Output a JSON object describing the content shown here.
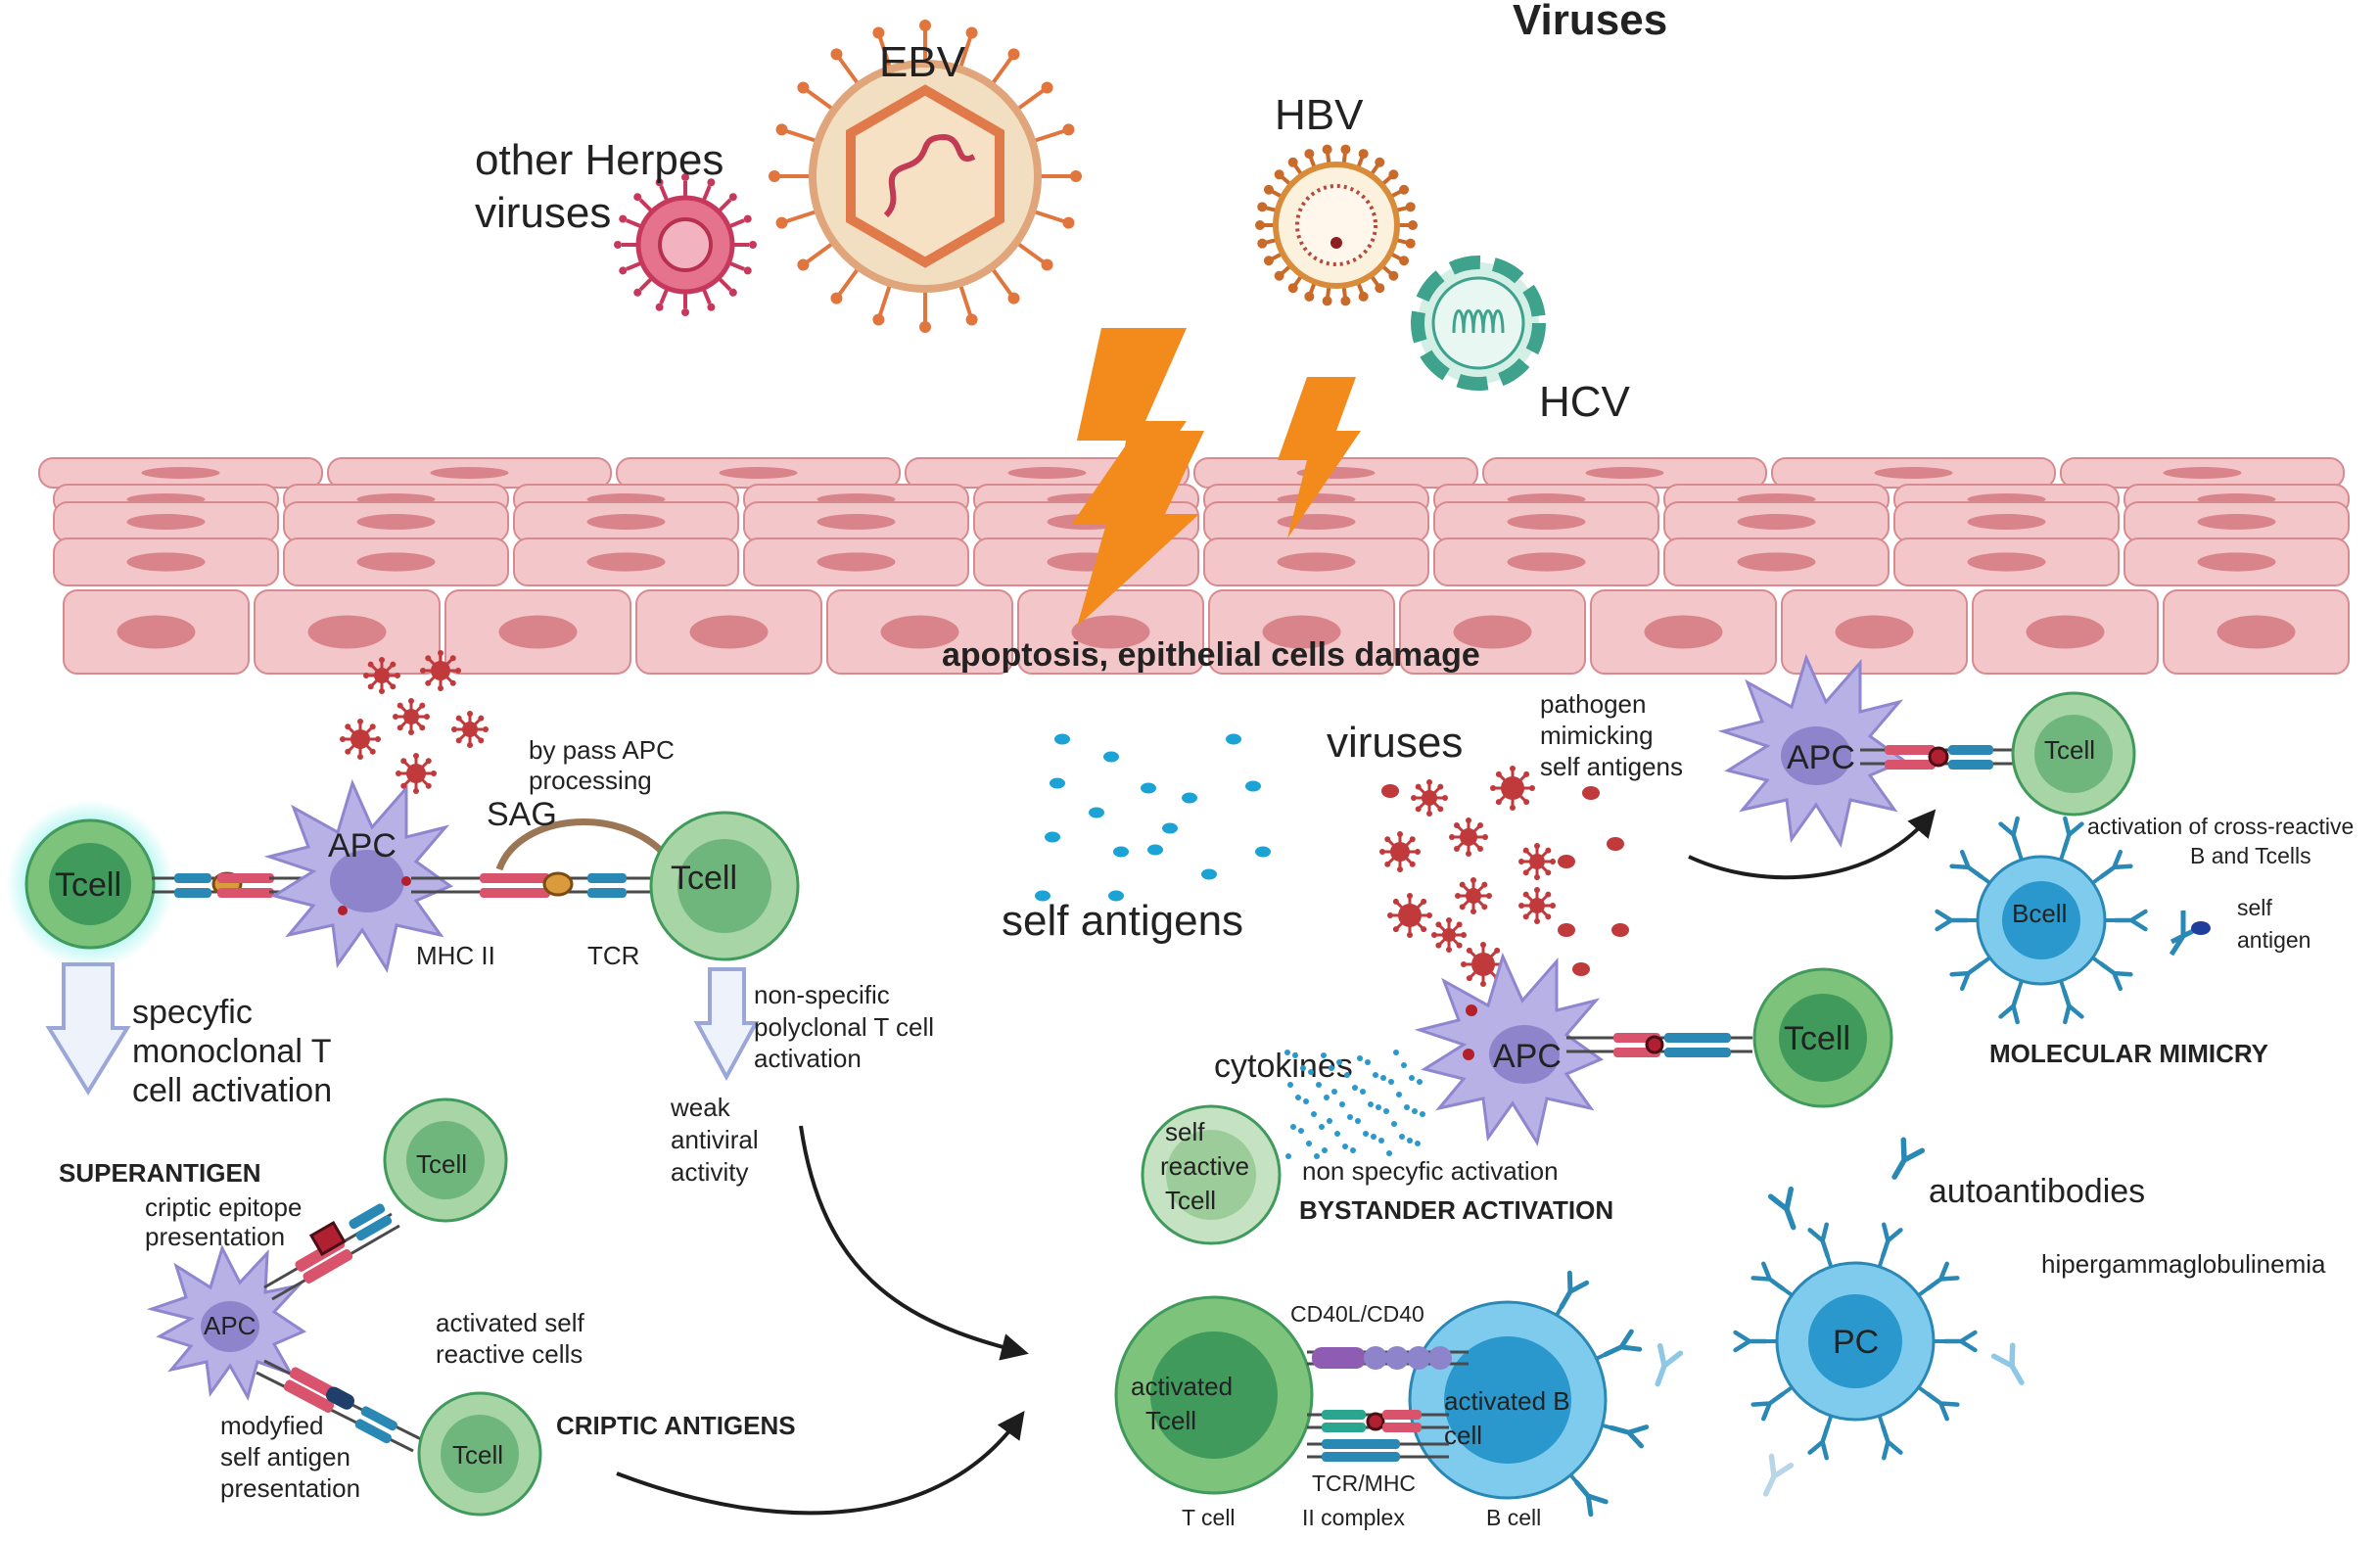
{
  "labels": {
    "viruses_title": "Viruses",
    "ebv": "EBV",
    "other_herpes_1": "other Herpes",
    "other_herpes_2": "viruses",
    "hbv": "HBV",
    "hcv": "HCV",
    "apoptosis": "apoptosis, epithelial cells damage",
    "tcell": "Tcell",
    "apc": "APC",
    "bcell": "Bcell",
    "pc": "PC",
    "sag": "SAG",
    "bypass_1": "by pass APC",
    "bypass_2": "processing",
    "mhc2": "MHC II",
    "tcr": "TCR",
    "specific_1": "specyfic",
    "specific_2": "monoclonal T",
    "specific_3": "cell activation",
    "nonspecific_1": "non-specific",
    "nonspecific_2": "polyclonal T cell",
    "nonspecific_3": "activation",
    "weak_1": "weak",
    "weak_2": "antiviral",
    "weak_3": "activity",
    "superantigen": "SUPERANTIGEN",
    "criptic_epitope_1": "criptic epitope",
    "criptic_epitope_2": "presentation",
    "activated_self_1": "activated self",
    "activated_self_2": "reactive cells",
    "modified_1": "modyfied",
    "modified_2": "self antigen",
    "modified_3": "presentation",
    "criptic_antigens": "CRIPTIC ANTIGENS",
    "self_antigens": "self antigens",
    "viruses_small": "viruses",
    "pathogen_1": "pathogen",
    "pathogen_2": "mimicking",
    "pathogen_3": "self antigens",
    "cross_reactive_1": "activation of cross-reactive",
    "cross_reactive_2": "B and Tcells",
    "self_antigen_1": "self",
    "self_antigen_2": "antigen",
    "molecular_mimicry": "MOLECULAR MIMICRY",
    "cytokines": "cytokines",
    "self_reactive_1": "self",
    "self_reactive_2": "reactive",
    "self_reactive_3": "Tcell",
    "non_specific_activation": "non specyfic activation",
    "bystander": "BYSTANDER ACTIVATION",
    "autoantibodies": "autoantibodies",
    "hypergamma": "hipergammaglobulinemia",
    "cd40": "CD40L/CD40",
    "activated_t_1": "activated",
    "activated_t_2": "Tcell",
    "activated_b_1": "activated B",
    "activated_b_2": "cell",
    "tcr_mhc_1": "TCR/MHC",
    "tcr_mhc_2": "II complex",
    "t_cell": "T cell",
    "b_cell": "B cell"
  },
  "colors": {
    "epithelium_fill": "#f3c7c9",
    "epithelium_nucleus": "#d9848a",
    "tcell_outer": "#a8d5a6",
    "tcell_inner": "#3f9a5c",
    "apc": "#b7b1e6",
    "bcell": "#5ab4e0",
    "lightning": "#f28a1c",
    "virus_red": "#c0393b",
    "self_antigen_dot": "#1aa3d4"
  }
}
